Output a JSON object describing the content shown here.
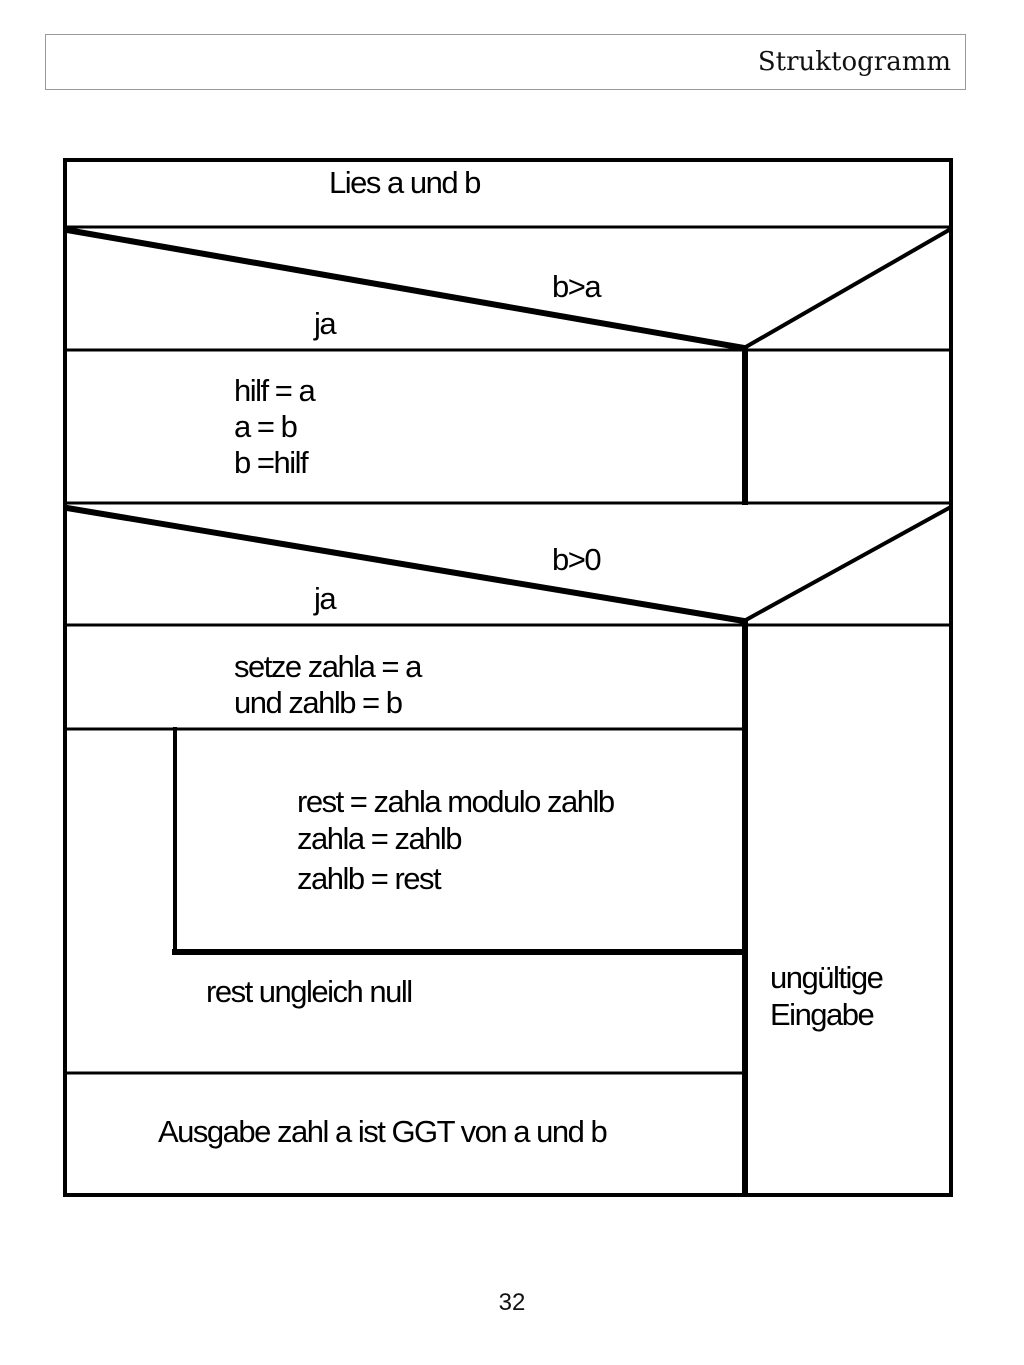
{
  "header": {
    "title": "Struktogramm"
  },
  "diagram": {
    "read_input": "Lies a und b",
    "branch1": {
      "condition": "b>a",
      "yes_label": "ja",
      "yes_lines": [
        "hilf = a",
        "a = b",
        "b =hilf"
      ]
    },
    "branch2": {
      "condition": "b>0",
      "yes_label": "ja",
      "init_lines": [
        "setze zahla = a",
        "und zahlb = b"
      ],
      "loop_body_lines": [
        "rest = zahla modulo zahlb",
        "zahla = zahlb",
        "zahlb = rest"
      ],
      "loop_condition": "rest ungleich null",
      "output": "Ausgabe zahl a ist GGT von a und b",
      "no_lines": [
        "ungültige",
        "Eingabe"
      ]
    }
  },
  "footer": {
    "page_number": "32"
  }
}
